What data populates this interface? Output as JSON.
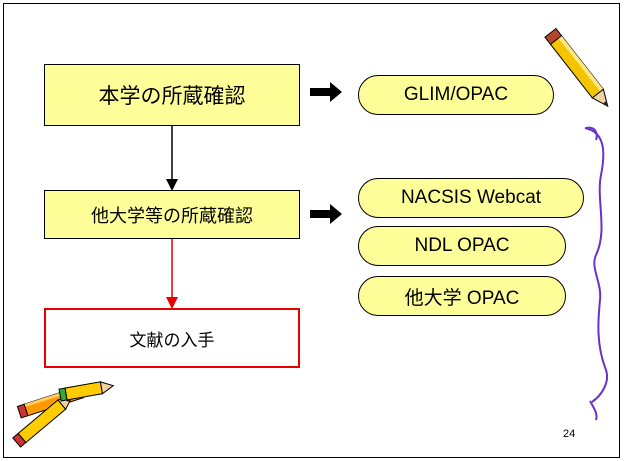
{
  "flow": {
    "step1": "本学の所蔵確認",
    "step2": "他大学等の所蔵確認",
    "step3": "文献の入手"
  },
  "resources": {
    "own": "GLIM/OPAC",
    "others": [
      "NACSIS Webcat",
      "NDL OPAC",
      "他大学 OPAC"
    ]
  },
  "page_number": "24",
  "icons": [
    "pencil-clipart-icon",
    "pencils-clipart-icon"
  ],
  "colors": {
    "box_fill": "#ffff99",
    "red_line": "#e60000",
    "brace": "#6633cc"
  }
}
